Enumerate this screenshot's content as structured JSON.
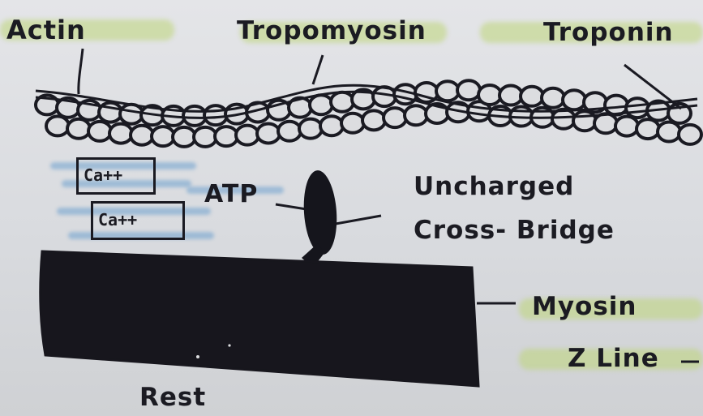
{
  "labels": {
    "actin": "Actin",
    "tropomyosin": "Tropomyosin",
    "troponin": "Troponin",
    "atp": "ATP",
    "cross_bridge_line1": "Uncharged",
    "cross_bridge_line2": "Cross- Bridge",
    "myosin": "Myosin",
    "z_line": "Z Line",
    "state": "Rest"
  },
  "calcium_boxes": [
    "Ca++",
    "Ca++"
  ],
  "colors": {
    "ink": "#1b1b22",
    "highlight": "#bed678",
    "calcium_marker": "#6ea0cd",
    "paper": "#dcdde0"
  }
}
